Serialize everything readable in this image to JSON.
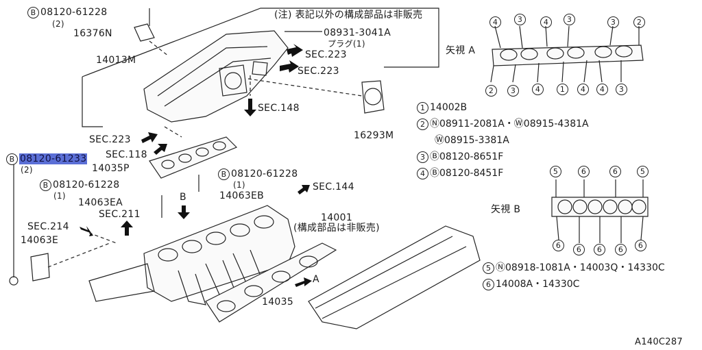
{
  "note": "(注) 表記以外の構成部品は非販売",
  "diagram_id": "A140C287",
  "callouts": {
    "bolt_top": {
      "mark": "B",
      "number": "08120-61228",
      "qty": "(2)"
    },
    "bracket": "16376N",
    "plug": {
      "number": "08931-3041A",
      "sub": "プラグ(1)"
    },
    "collector": "14013M",
    "sec223a": "SEC.223",
    "sec223b": "SEC.223",
    "sec148": "SEC.148",
    "gasket_collector": "16293M",
    "sec223c": "SEC.223",
    "sec118": "SEC.118",
    "gasket_mid": "14035P",
    "bolt_left": {
      "mark": "B",
      "number": "08120-61233",
      "qty": "(2)"
    },
    "bolt_mid": {
      "mark": "B",
      "number": "08120-61228",
      "qty": "(1)"
    },
    "bolt_mid2": {
      "mark": "B",
      "number": "08120-61228",
      "qty": "(1)"
    },
    "bracket_ea": "14063EA",
    "bracket_eb": "14063EB",
    "sec144": "SEC.144",
    "sec211": "SEC.211",
    "manifold": "14001",
    "manifold_note": "(構成部品は非販売)",
    "sec214": "SEC.214",
    "bracket_e": "14063E",
    "gasket_bottom": "14035",
    "arrow_a": "A",
    "arrow_b": "B"
  },
  "view_a": {
    "title": "矢視 A",
    "top_marks": [
      "4",
      "3",
      "4",
      "3",
      "3",
      "2"
    ],
    "bottom_marks": [
      "2",
      "3",
      "4",
      "1",
      "4",
      "4",
      "3"
    ]
  },
  "view_b": {
    "title": "矢視 B",
    "top_marks": [
      "5",
      "6",
      "6",
      "5"
    ],
    "bottom_marks": [
      "6",
      "6",
      "6",
      "6",
      "6"
    ]
  },
  "legend": [
    {
      "num": "1",
      "text": "14002B"
    },
    {
      "num": "2",
      "text": "Ⓝ08911-2081A・Ⓦ08915-4381A"
    },
    {
      "num": "",
      "text": "Ⓦ08915-3381A"
    },
    {
      "num": "3",
      "text": "Ⓑ08120-8651F"
    },
    {
      "num": "4",
      "text": "Ⓑ08120-8451F"
    },
    {
      "num": "5",
      "text": "Ⓝ08918-1081A・14003Q・14330C"
    },
    {
      "num": "6",
      "text": "14008A・14330C"
    }
  ]
}
